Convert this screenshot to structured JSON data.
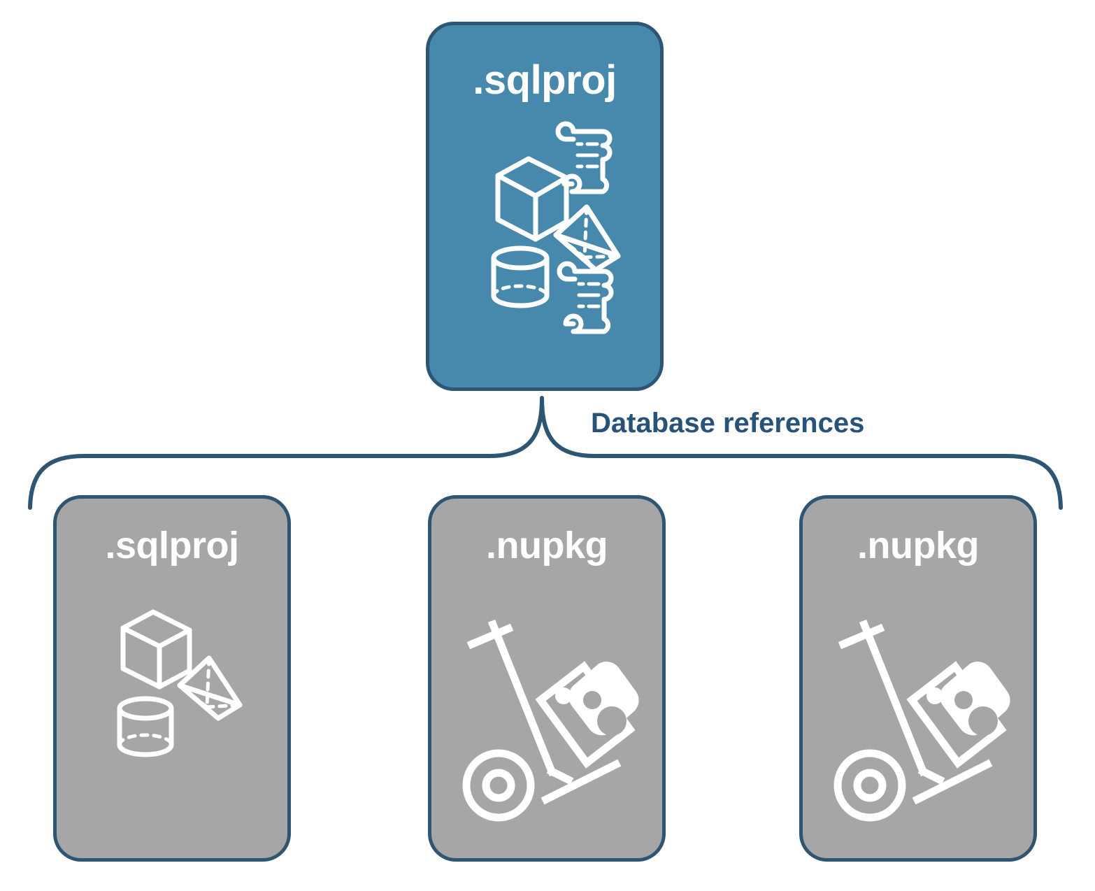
{
  "diagram": {
    "title": "Database references",
    "colors": {
      "root_fill": "#4789ac",
      "reference_fill": "#a6a6a6",
      "border": "#2d5574",
      "label_text": "#27537a",
      "icon": "#ffffff",
      "background": "#ffffff"
    },
    "root_node": {
      "label": ".sqlproj",
      "icons": [
        "cube-wireframe-icon",
        "pyramid-wireframe-icon",
        "cylinder-wireframe-icon",
        "scroll-icon",
        "scroll-icon"
      ]
    },
    "connector": {
      "type": "curly-brace",
      "label": "Database references"
    },
    "reference_nodes": [
      {
        "label": ".sqlproj",
        "icons": [
          "cube-wireframe-icon",
          "pyramid-wireframe-icon",
          "cylinder-wireframe-icon"
        ]
      },
      {
        "label": ".nupkg",
        "icons": [
          "hand-truck-package-icon"
        ]
      },
      {
        "label": ".nupkg",
        "icons": [
          "hand-truck-package-icon"
        ]
      }
    ]
  }
}
